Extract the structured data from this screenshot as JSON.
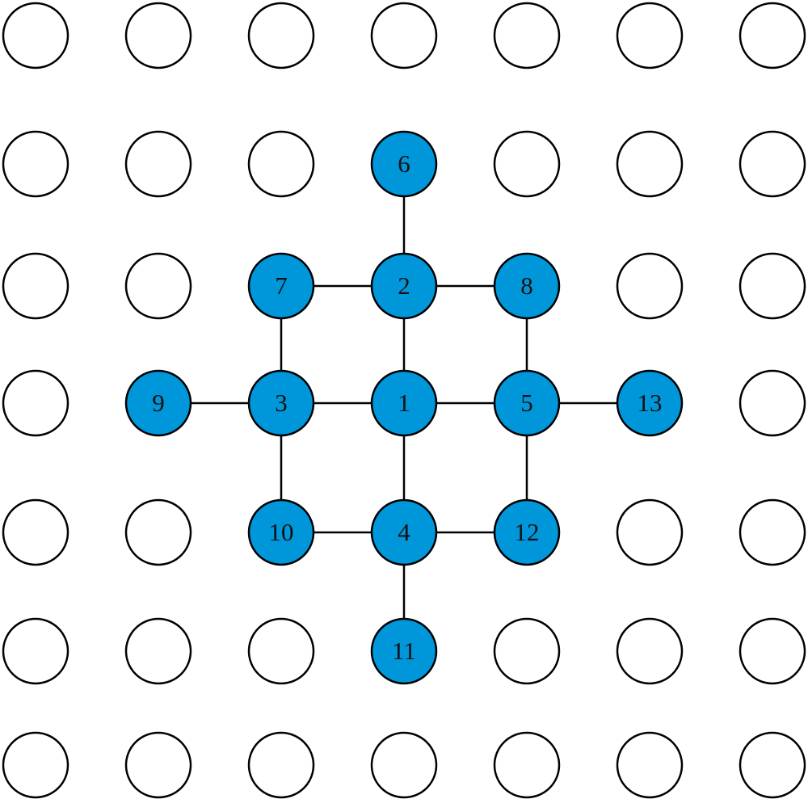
{
  "colors": {
    "active": "#0096DA",
    "inactive": "#FFFFFF",
    "stroke": "#000000"
  },
  "grid": {
    "cols": 7,
    "rows": 7
  },
  "nodes": [
    {
      "id": "6",
      "label": "6",
      "col": 3,
      "row": 1
    },
    {
      "id": "7",
      "label": "7",
      "col": 2,
      "row": 2
    },
    {
      "id": "2",
      "label": "2",
      "col": 3,
      "row": 2
    },
    {
      "id": "8",
      "label": "8",
      "col": 4,
      "row": 2
    },
    {
      "id": "9",
      "label": "9",
      "col": 1,
      "row": 3
    },
    {
      "id": "3",
      "label": "3",
      "col": 2,
      "row": 3
    },
    {
      "id": "1",
      "label": "1",
      "col": 3,
      "row": 3
    },
    {
      "id": "5",
      "label": "5",
      "col": 4,
      "row": 3
    },
    {
      "id": "13",
      "label": "13",
      "col": 5,
      "row": 3
    },
    {
      "id": "10",
      "label": "10",
      "col": 2,
      "row": 4
    },
    {
      "id": "4",
      "label": "4",
      "col": 3,
      "row": 4
    },
    {
      "id": "12",
      "label": "12",
      "col": 4,
      "row": 4
    },
    {
      "id": "11",
      "label": "11",
      "col": 3,
      "row": 5
    }
  ],
  "edges": [
    [
      "6",
      "2"
    ],
    [
      "7",
      "2"
    ],
    [
      "2",
      "8"
    ],
    [
      "2",
      "1"
    ],
    [
      "7",
      "3"
    ],
    [
      "8",
      "5"
    ],
    [
      "9",
      "3"
    ],
    [
      "3",
      "1"
    ],
    [
      "1",
      "5"
    ],
    [
      "5",
      "13"
    ],
    [
      "3",
      "10"
    ],
    [
      "1",
      "4"
    ],
    [
      "5",
      "12"
    ],
    [
      "10",
      "4"
    ],
    [
      "4",
      "12"
    ],
    [
      "4",
      "11"
    ]
  ]
}
